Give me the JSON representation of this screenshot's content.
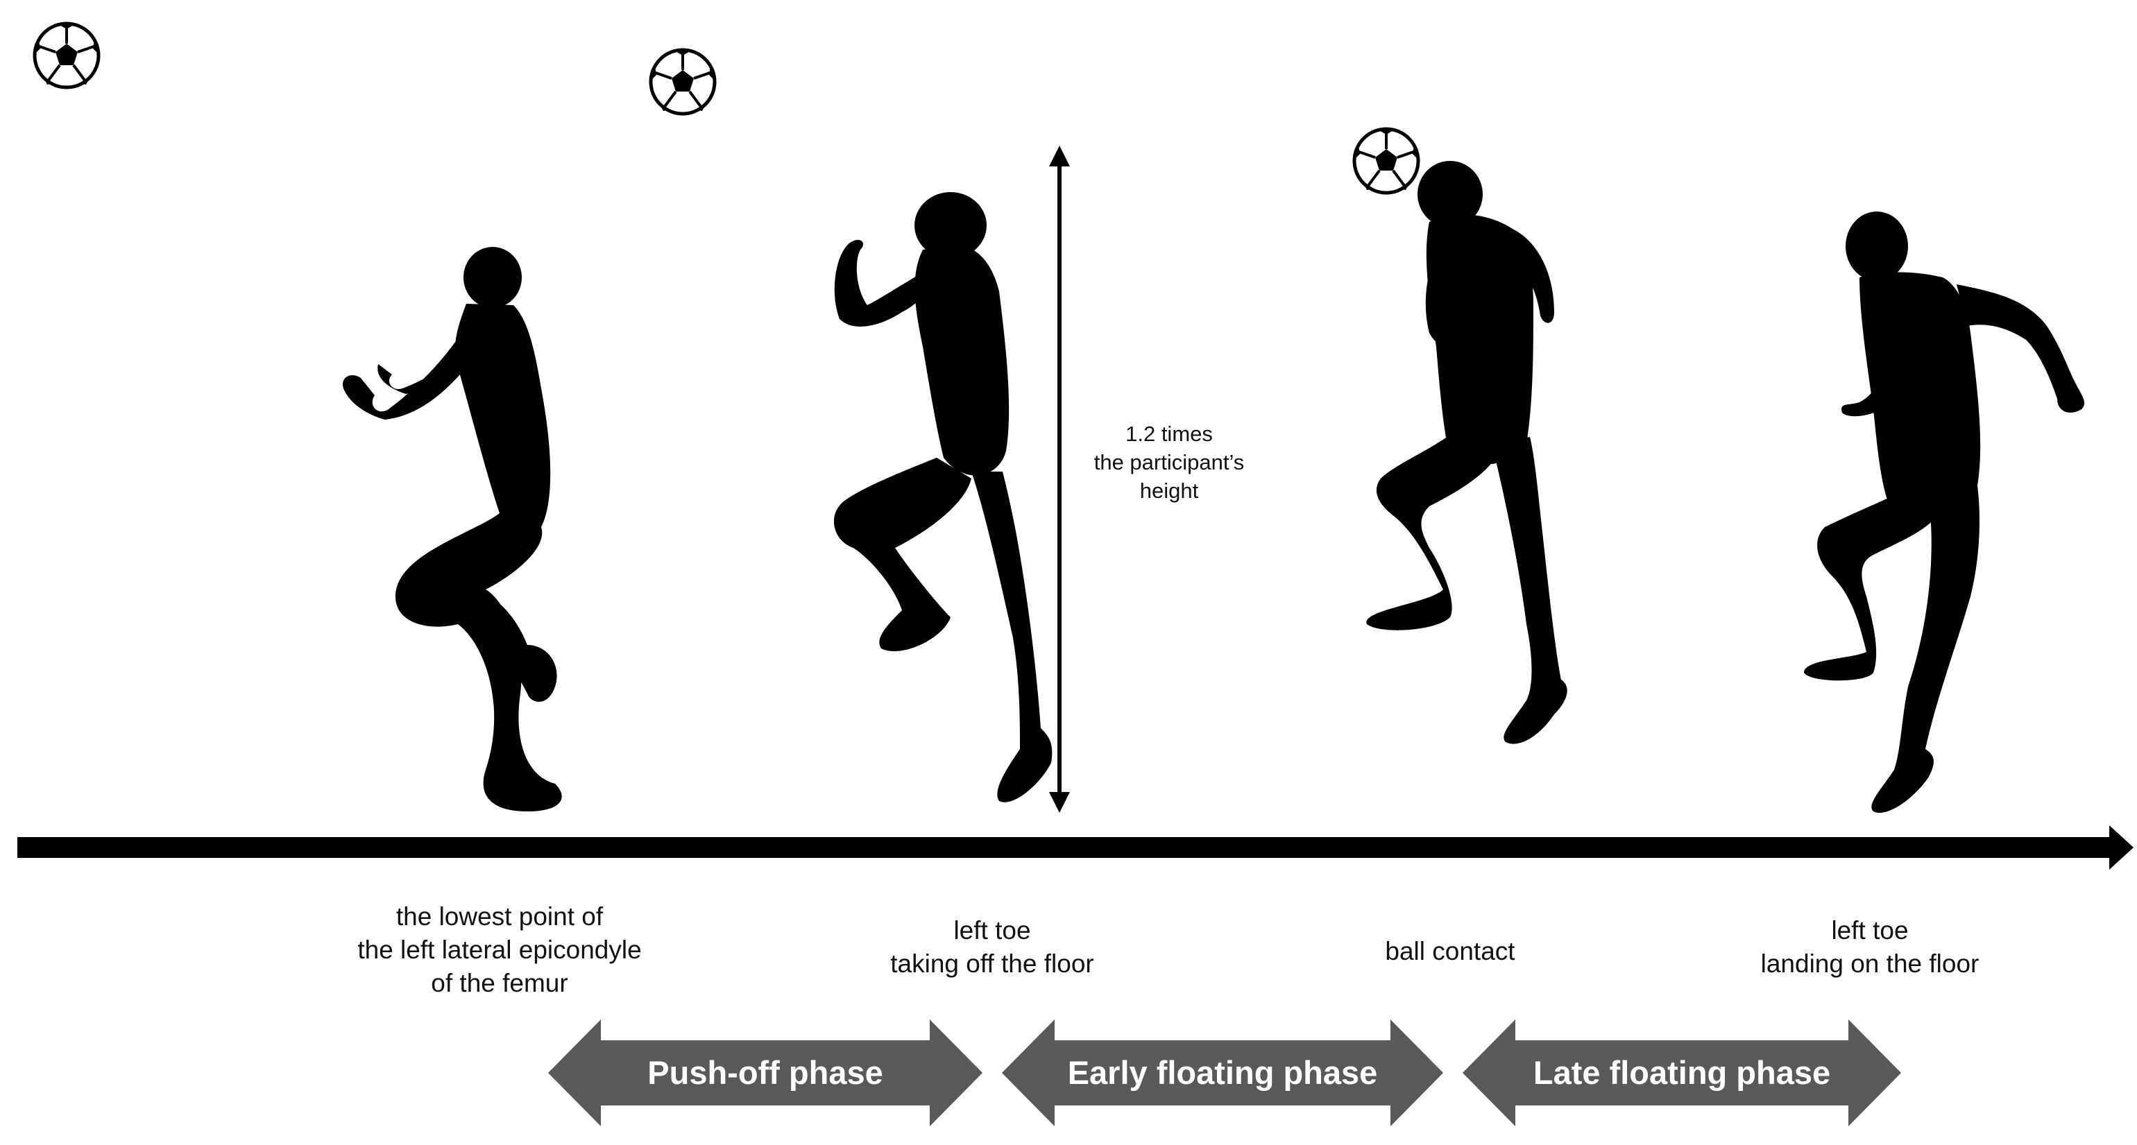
{
  "height_note": [
    "1.2 times",
    "the participant’s",
    "height"
  ],
  "events": [
    {
      "id": "lowest-point",
      "lines": [
        "the lowest point of",
        "the left lateral epicondyle",
        "of the femur"
      ]
    },
    {
      "id": "toe-off",
      "lines": [
        "left toe",
        "taking off the floor"
      ]
    },
    {
      "id": "ball-contact",
      "lines": [
        "ball contact"
      ]
    },
    {
      "id": "toe-landing",
      "lines": [
        "left toe",
        "landing on the floor"
      ]
    }
  ],
  "phases": [
    {
      "id": "push-off",
      "label": "Push-off phase"
    },
    {
      "id": "early-floating",
      "label": "Early floating phase"
    },
    {
      "id": "late-floating",
      "label": "Late floating phase"
    }
  ],
  "icons": [
    "soccer-ball-icon",
    "player-silhouette-icon"
  ],
  "colors": {
    "silhouette": "#000000",
    "phase_arrow": "#595959",
    "phase_text": "#ffffff",
    "timeline": "#000000"
  }
}
